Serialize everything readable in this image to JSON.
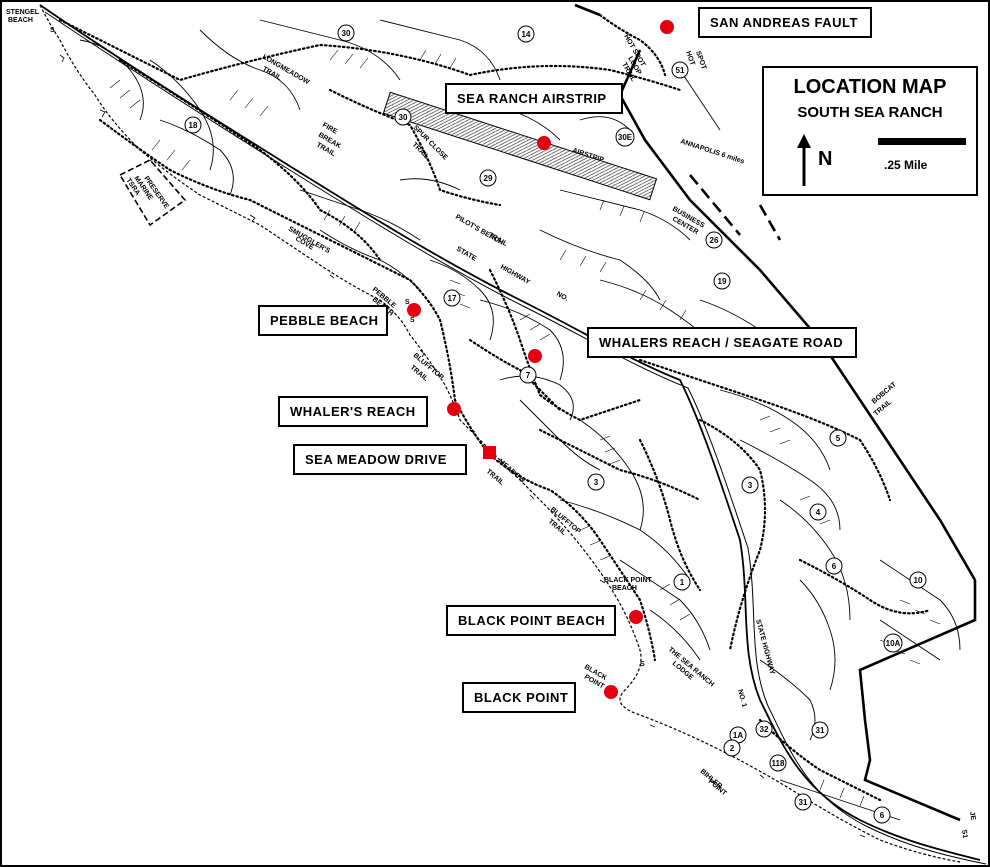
{
  "legend": {
    "title": "LOCATION MAP",
    "subtitle": "SOUTH SEA RANCH",
    "north": "N",
    "scale": ".25 Mile"
  },
  "colors": {
    "marker": "#e3000f",
    "ink": "#000000"
  },
  "labels": {
    "san_andreas": "SAN ANDREAS FAULT",
    "airstrip": "SEA RANCH AIRSTRIP",
    "pebble": "PEBBLE BEACH",
    "whalers_seagate": "WHALERS REACH / SEAGATE ROAD",
    "whalers_reach": "WHALER'S REACH",
    "sea_meadow": "SEA MEADOW DRIVE",
    "black_point_beach": "BLACK POINT BEACH",
    "black_point": "BLACK POINT"
  },
  "map_text": {
    "stengel_beach": "STENGEL",
    "stengel_beach2": "BEACH",
    "longmeadow": "LONGMEADOW",
    "longmeadow2": "TRAIL",
    "fire_break": "FIRE",
    "fire_break2": "BREAK",
    "fire_break3": "TRAIL",
    "spur_close": "SPUR CLOSE",
    "spur_close2": "TRAIL",
    "airstrip": "AIRSTRIP",
    "annapolis": "ANNAPOLIS 6 miles",
    "business": "BUSINESS",
    "business2": "CENTER",
    "pilots_beach": "PILOT'S BEACH",
    "pilots_beach2": "TRAIL",
    "state": "STATE",
    "highway": "HIGHWAY",
    "no": "NO.",
    "smugglers": "SMUGGLER'S",
    "smugglers2": "COVE",
    "pebble_beach": "PEBBLE",
    "pebble_beach2": "BEACH",
    "blufftop": "BLUFFTOP",
    "blufftop2": "TRAIL",
    "meadow": "MEADOW",
    "meadow2": "TRAIL",
    "blufftop_b": "BLUFFTOP",
    "blufftop_b2": "TRAIL",
    "black_point_beach": "BLACK POINT",
    "black_point_beach2": "BEACH",
    "black_point": "BLACK",
    "black_point2": "POINT",
    "lodge": "THE SEA RANCH",
    "lodge2": "LODGE",
    "state_hwy": "STATE HIGHWAY",
    "no1": "NO. 1",
    "bihler": "BIHLER",
    "bihler2": "POINT",
    "bobcat": "BOBCAT",
    "bobcat2": "TRAIL",
    "hot_spot": "HOT SPOT",
    "hot_spot2": "LOOP",
    "hot_spot3": "TRAIL",
    "hot_spot_b": "HOT",
    "hot_spot_b2": "SPOT",
    "tsra": "TSRA",
    "tsra2": "MARINE",
    "tsra3": "PRESERVE",
    "je": "JE",
    "s1": "S1",
    "s": "S"
  },
  "units": [
    "18",
    "30",
    "30",
    "30E",
    "29",
    "14",
    "51",
    "17",
    "26",
    "19",
    "7",
    "3",
    "1",
    "5",
    "6",
    "4",
    "3",
    "10",
    "10A",
    "31",
    "32",
    "1A",
    "2",
    "31",
    "6",
    "118"
  ]
}
